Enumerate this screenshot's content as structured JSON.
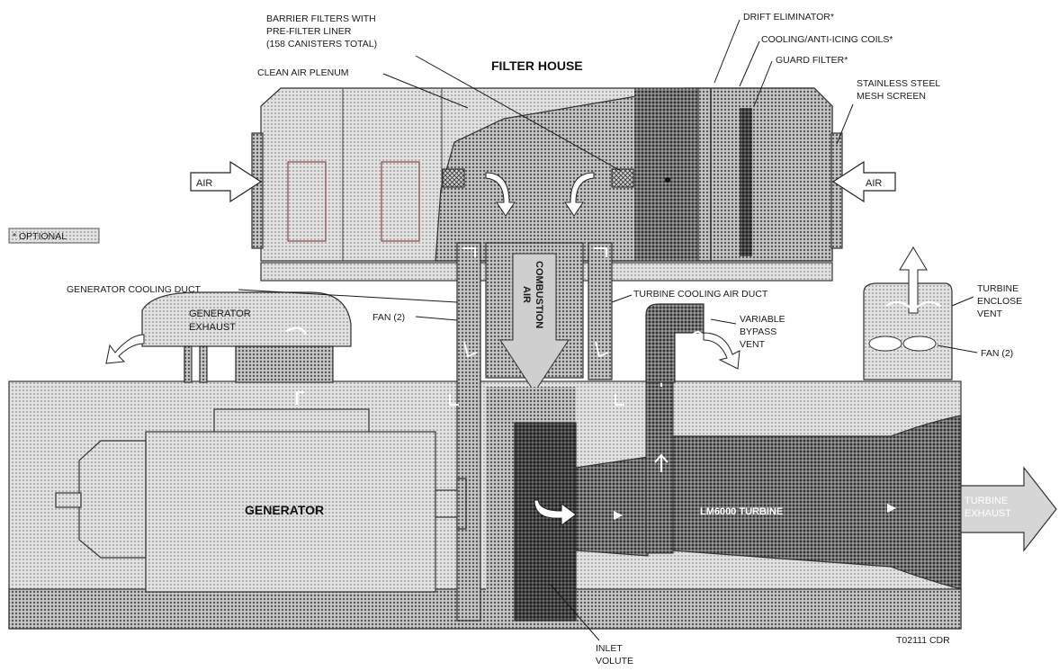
{
  "title": "FILTER HOUSE",
  "labels": {
    "barrier_filters": [
      "BARRIER FILTERS WITH",
      "PRE-FILTER LINER",
      "(158 CANISTERS TOTAL)"
    ],
    "clean_air_plenum": "CLEAN AIR PLENUM",
    "drift_eliminator": "DRIFT ELIMINATOR*",
    "cooling_coils": "COOLING/ANTI-ICING COILS*",
    "guard_filter": "GUARD FILTER*",
    "mesh_screen": [
      "STAINLESS STEEL",
      "MESH SCREEN"
    ],
    "air_left": "AIR",
    "air_right": "AIR",
    "optional": "* OPTIONAL",
    "generator_cooling_duct": "GENERATOR COOLING DUCT",
    "fan_left": "FAN (2)",
    "generator_exhaust": [
      "GENERATOR",
      "EXHAUST"
    ],
    "combustion_air": [
      "COMBUSTION",
      "AIR"
    ],
    "turbine_cooling_air_duct": "TURBINE COOLING AIR DUCT",
    "variable_bypass_vent": [
      "VARIABLE",
      "BYPASS",
      "VENT"
    ],
    "turbine_enclose_vent": [
      "TURBINE",
      "ENCLOSE",
      "VENT"
    ],
    "fan_right": "FAN (2)",
    "generator": "GENERATOR",
    "lm6000_turbine": "LM6000 TURBINE",
    "turbine_exhaust": [
      "TURBINE",
      "EXHAUST"
    ],
    "inlet_volute": [
      "INLET",
      "VOLUTE"
    ],
    "drawing_number": "T02111 CDR"
  },
  "colors": {
    "light_fill": "#d4d4d4",
    "medium_fill": "#a8a8a8",
    "dark_fill": "#7e7e7e",
    "darkest_fill": "#5c5c5c",
    "ink": "#1a1a1a"
  }
}
